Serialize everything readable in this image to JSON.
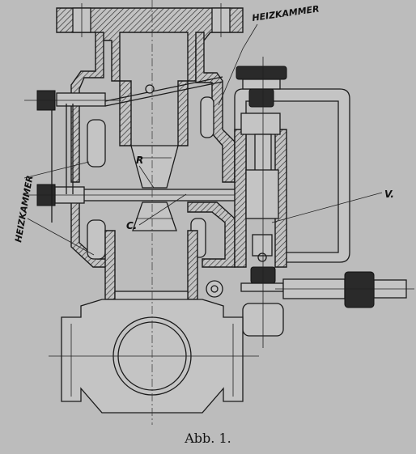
{
  "labels": {
    "heizkammer_top": "HEIZKAMMER",
    "heizkammer_left": "HEIZKAMMER",
    "r": "R",
    "c": "C.",
    "v": "V."
  },
  "caption": "Abb. 1."
}
